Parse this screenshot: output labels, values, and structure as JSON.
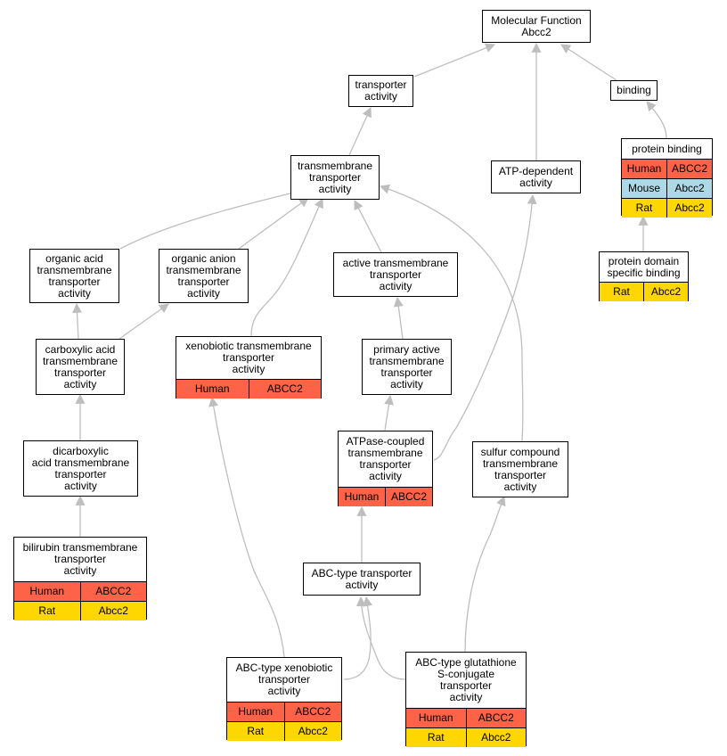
{
  "colors": {
    "human": "#ff6347",
    "mouse": "#add8e6",
    "rat": "#ffd700",
    "edge": "#bebebe"
  },
  "nodes": {
    "mf": {
      "title": "Molecular Function\nAbcc2"
    },
    "transp": {
      "title": "transporter\nactivity"
    },
    "binding": {
      "title": "binding"
    },
    "tm": {
      "title": "transmembrane\ntransporter\nactivity"
    },
    "atpdep": {
      "title": "ATP-dependent\nactivity"
    },
    "protbind": {
      "title": "protein binding",
      "rows": [
        {
          "species": "Human",
          "gene": "ABCC2"
        },
        {
          "species": "Mouse",
          "gene": "Abcc2"
        },
        {
          "species": "Rat",
          "gene": "Abcc2"
        }
      ]
    },
    "orgacid": {
      "title": "organic acid\ntransmembrane\ntransporter\nactivity"
    },
    "organion": {
      "title": "organic anion\ntransmembrane\ntransporter\nactivity"
    },
    "activetm": {
      "title": "active transmembrane\ntransporter\nactivity"
    },
    "pdsb": {
      "title": "protein domain\nspecific binding",
      "rows": [
        {
          "species": "Rat",
          "gene": "Abcc2"
        }
      ]
    },
    "carbox": {
      "title": "carboxylic acid\ntransmembrane\ntransporter\nactivity"
    },
    "xeno": {
      "title": "xenobiotic transmembrane\ntransporter\nactivity",
      "rows": [
        {
          "species": "Human",
          "gene": "ABCC2"
        }
      ]
    },
    "primact": {
      "title": "primary active\ntransmembrane\ntransporter\nactivity"
    },
    "dicarb": {
      "title": "dicarboxylic\nacid transmembrane\ntransporter\nactivity"
    },
    "atpase": {
      "title": "ATPase-coupled\ntransmembrane\ntransporter\nactivity",
      "rows": [
        {
          "species": "Human",
          "gene": "ABCC2"
        }
      ]
    },
    "sulfur": {
      "title": "sulfur compound\ntransmembrane\ntransporter\nactivity"
    },
    "bilirubin": {
      "title": "bilirubin transmembrane\ntransporter\nactivity",
      "rows": [
        {
          "species": "Human",
          "gene": "ABCC2"
        },
        {
          "species": "Rat",
          "gene": "Abcc2"
        }
      ]
    },
    "abc": {
      "title": "ABC-type transporter\nactivity"
    },
    "abcxeno": {
      "title": "ABC-type xenobiotic\ntransporter\nactivity",
      "rows": [
        {
          "species": "Human",
          "gene": "ABCC2"
        },
        {
          "species": "Rat",
          "gene": "Abcc2"
        }
      ]
    },
    "abcglut": {
      "title": "ABC-type glutathione\nS-conjugate\ntransporter\nactivity",
      "rows": [
        {
          "species": "Human",
          "gene": "ABCC2"
        },
        {
          "species": "Rat",
          "gene": "Abcc2"
        }
      ]
    }
  }
}
